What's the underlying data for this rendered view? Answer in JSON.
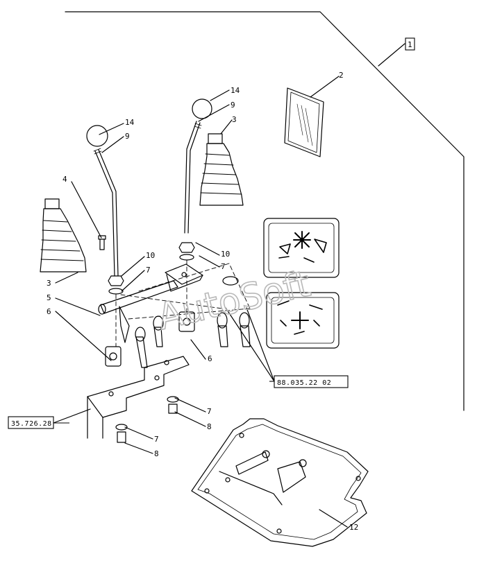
{
  "callouts": {
    "c1": "1",
    "c2": "2",
    "c3a": "3",
    "c3b": "3",
    "c4": "4",
    "c5": "5",
    "c6a": "6",
    "c6b": "6",
    "c7a": "7",
    "c7b": "7",
    "c7c": "7",
    "c7d": "7",
    "c8a": "8",
    "c8b": "8",
    "c9a": "9",
    "c9b": "9",
    "c10a": "10",
    "c10b": "10",
    "c12": "12",
    "c14a": "14",
    "c14b": "14"
  },
  "references": {
    "ref_left": "35.726.28",
    "ref_right": "88.035.22 02"
  },
  "watermark": "AutoSoft"
}
